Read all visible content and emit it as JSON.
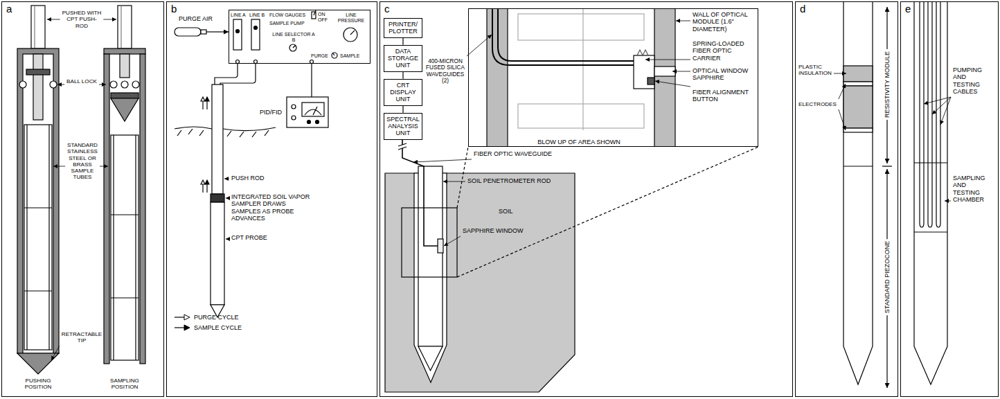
{
  "diagram": {
    "nodes": [
      {
        "text": [
          "a"
        ]
      },
      {
        "text": [
          "b"
        ]
      },
      {
        "text": [
          "LINE A",
          "LINE B",
          "FLOW GAUGES",
          "ON OFF",
          "SAMPLE PUMP",
          "LINE PRESSURE",
          "LINE SELECTOR A B",
          "PURGE",
          "SAMPLE"
        ],
        "in": 1
      },
      {
        "text": [
          "PID/FID"
        ],
        "in": 1
      },
      {
        "text": [
          "c"
        ]
      },
      {
        "text": [
          "PRINTER/ PLOTTER"
        ],
        "in": 4
      },
      {
        "text": [
          "DATA STORAGE UNIT"
        ],
        "in": 4
      },
      {
        "text": [
          "CRT DISPLAY UNIT"
        ],
        "in": 4
      },
      {
        "text": [
          "SPECTRAL ANALYSIS UNIT"
        ],
        "in": 4
      },
      {
        "text": [
          "BLOW UP OF AREA SHOWN"
        ],
        "in": 4
      },
      {
        "text": [
          "d"
        ]
      },
      {
        "text": [
          "e"
        ]
      }
    ],
    "edges": [
      {
        "from": 2,
        "to": 3,
        "arrow": "none"
      },
      {
        "from": 5,
        "to": 6,
        "arrow": "none"
      },
      {
        "from": 6,
        "to": 7,
        "arrow": "none"
      },
      {
        "from": 7,
        "to": 8,
        "arrow": "none"
      }
    ],
    "labels": [
      "PUSHED WITH CPT PUSH-ROD",
      "BALL LOCK",
      "STANDARD STAINLESS STEEL OR BRASS SAMPLE TUBES",
      "RETRACTABLE TIP",
      "PUSHING POSITION",
      "SAMPLING POSITION",
      "PURGE AIR",
      "PUSH ROD",
      "INTEGRATED SOIL VAPOR SAMPLER DRAWS SAMPLES AS PROBE ADVANCES",
      "CPT PROBE",
      "400-MICRON FUSED SILICA WAVEGUIDES (2)",
      "WALL OF OPTICAL MODULE (1.6\" DIAMETER)",
      "SPRING-LOADED FIBER OPTIC CARRIER",
      "OPTICAL WINDOW SAPPHIRE",
      "FIBER ALIGNMENT BUTTON",
      "FIBER OPTIC WAVEGUIDE",
      "SOIL PENETROMETER ROD",
      "SOIL",
      "SAPPHIRE WINDOW",
      "PLASTIC INSULATION",
      "ELECTRODES",
      "RESISTIVITY MODULE",
      "STANDARD PIEZOCONE",
      "PUMPING AND TESTING CABLES",
      "SAMPLING AND TESTING CHAMBER"
    ],
    "legend": [
      {
        "text": "PURGE CYCLE"
      },
      {
        "text": "SAMPLE CYCLE"
      }
    ]
  }
}
